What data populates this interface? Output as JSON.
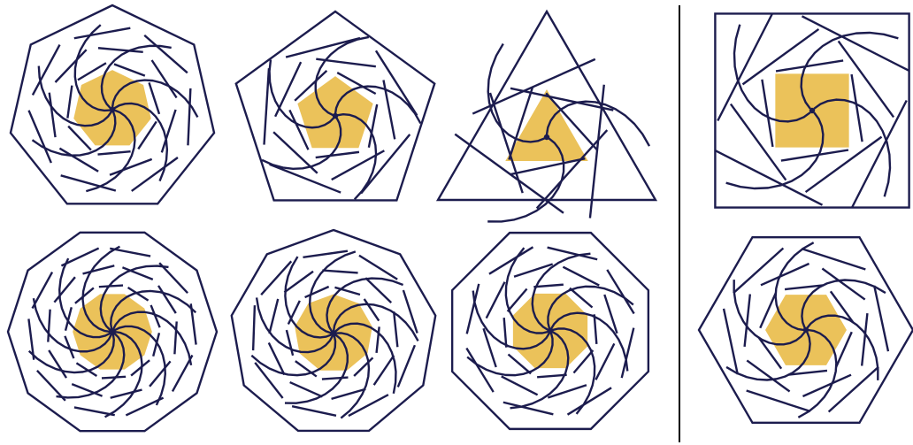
{
  "palette": {
    "stroke": "#1c1c4e",
    "fill": "#ffffff",
    "core": "#ebc25a",
    "background": "#ffffff",
    "divider": "#000000"
  },
  "figures": [
    {
      "id": "heptagon",
      "sides": 7,
      "arms": 7,
      "row": 1,
      "group": "left"
    },
    {
      "id": "pentagon",
      "sides": 5,
      "arms": 5,
      "row": 1,
      "group": "left"
    },
    {
      "id": "triangle",
      "sides": 3,
      "arms": 3,
      "row": 1,
      "group": "left"
    },
    {
      "id": "square",
      "sides": 4,
      "arms": 4,
      "row": 1,
      "group": "right"
    },
    {
      "id": "decagon",
      "sides": 10,
      "arms": 10,
      "row": 2,
      "group": "left"
    },
    {
      "id": "nonagon",
      "sides": 9,
      "arms": 9,
      "row": 2,
      "group": "left"
    },
    {
      "id": "octagon",
      "sides": 8,
      "arms": 8,
      "row": 2,
      "group": "left"
    },
    {
      "id": "hexagon",
      "sides": 6,
      "arms": 6,
      "row": 2,
      "group": "right"
    }
  ]
}
